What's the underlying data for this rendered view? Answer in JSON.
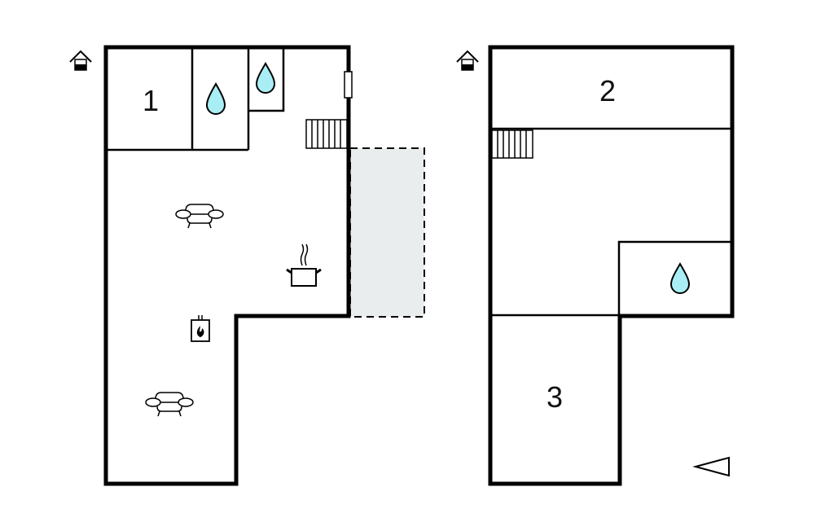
{
  "floors": [
    {
      "name": "ground-floor",
      "rooms": [
        {
          "label": "1",
          "type": "bedroom"
        }
      ],
      "icons": [
        "entrance-icon",
        "water-drop-icon",
        "water-drop-icon",
        "sofa-icon",
        "sofa-icon",
        "cooking-pot-icon",
        "fireplace-icon",
        "stairs-icon",
        "window-icon"
      ],
      "terrace": true
    },
    {
      "name": "upper-floor",
      "rooms": [
        {
          "label": "2",
          "type": "bedroom"
        },
        {
          "label": "3",
          "type": "bedroom"
        }
      ],
      "icons": [
        "entrance-icon",
        "water-drop-icon",
        "stairs-icon"
      ]
    }
  ],
  "colors": {
    "water": "#a9eef5",
    "terrace": "#e9eded",
    "wall": "#000000"
  },
  "compass": "north-arrow-icon"
}
